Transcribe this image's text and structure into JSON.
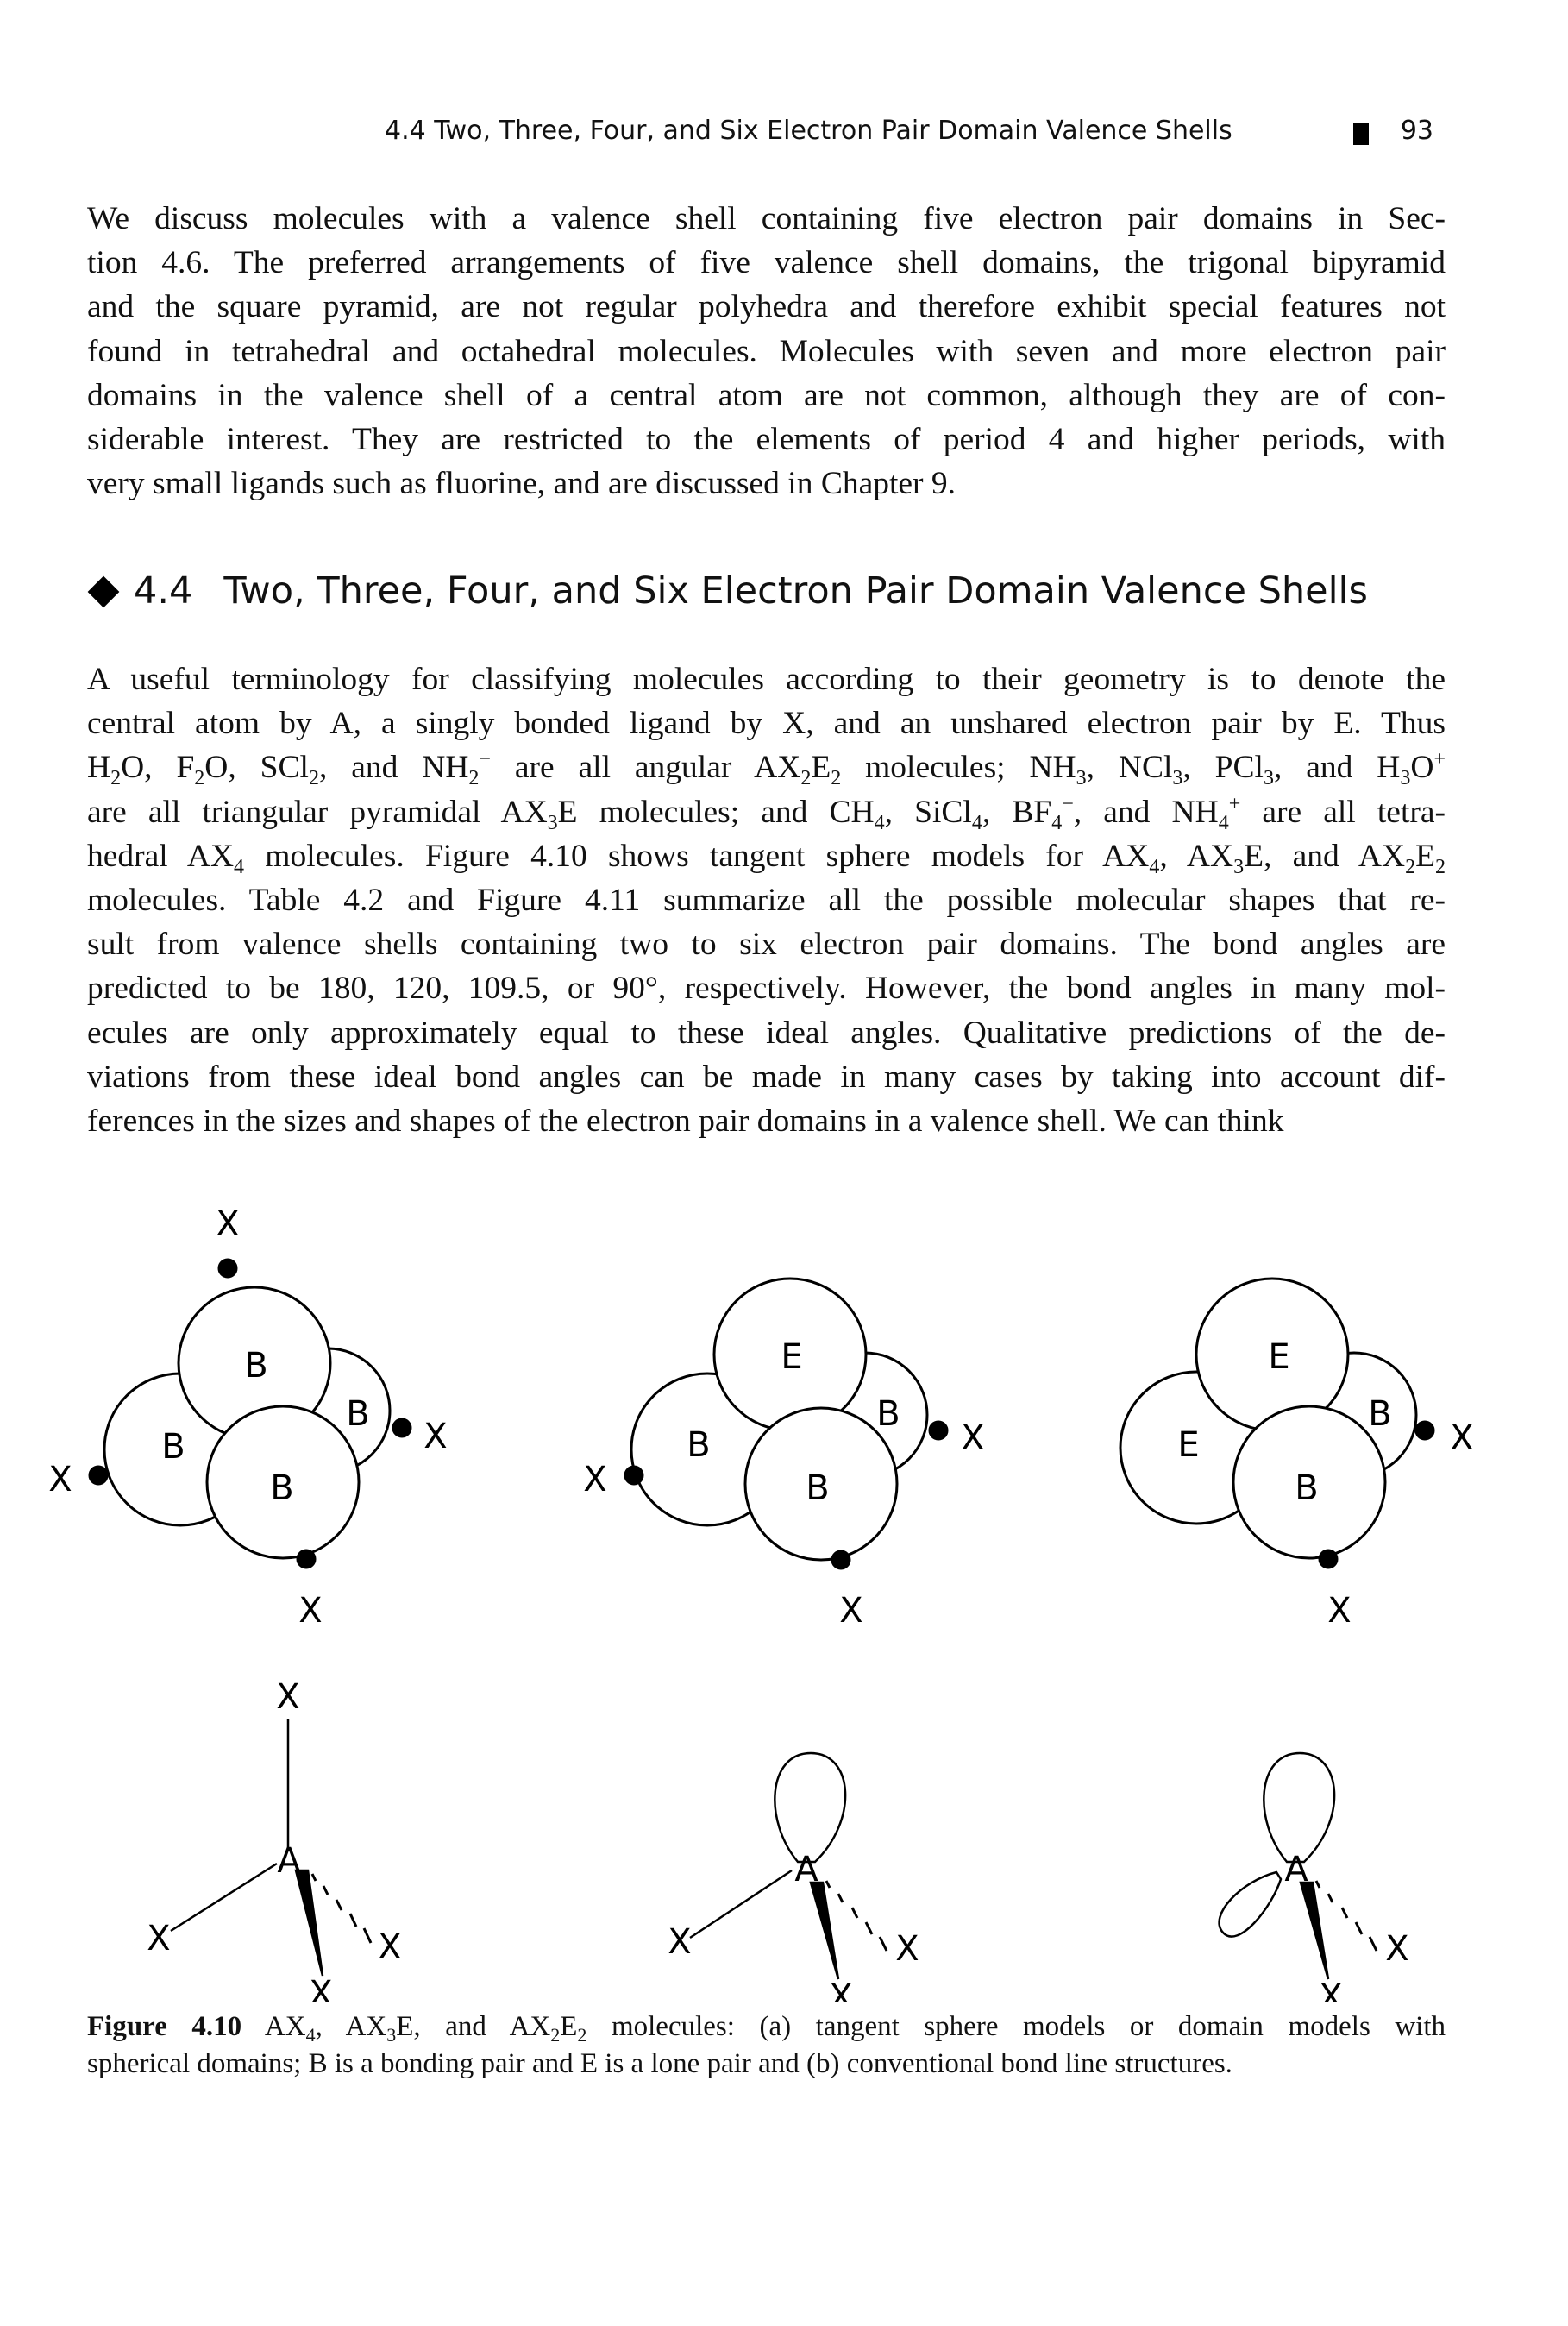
{
  "running_head": {
    "title": "4.4  Two, Three, Four, and Six Electron Pair Domain Valence Shells",
    "page_number": "93"
  },
  "intro_paragraph": [
    "We discuss molecules with a valence shell containing five electron pair domains in Sec-",
    "tion 4.6. The preferred arrangements of five valence shell domains, the trigonal bipyramid",
    "and the square pyramid, are not regular polyhedra and therefore exhibit special features not",
    "found in tetrahedral and octahedral molecules. Molecules with seven and more electron pair",
    "domains in the valence shell of a central atom are not common, although they are of con-",
    "siderable interest. They are restricted to the elements of period 4 and higher periods, with",
    "very small ligands such as fluorine, and are discussed in Chapter 9."
  ],
  "section": {
    "number": "4.4",
    "title": "Two, Three, Four, and Six Electron Pair Domain Valence Shells"
  },
  "body_paragraph": [
    "A useful terminology for classifying molecules according to their geometry is to denote the",
    "central atom by A, a singly bonded ligand by X, and an unshared electron pair by E. Thus",
    "H<sub>2</sub>O, F<sub>2</sub>O, SCl<sub>2</sub>, and NH<sub>2</sub><sup>−</sup> are all angular AX<sub>2</sub>E<sub>2</sub> molecules; NH<sub>3</sub>, NCl<sub>3</sub>, PCl<sub>3</sub>, and H<sub>3</sub>O<sup>+</sup>",
    "are all triangular pyramidal AX<sub>3</sub>E molecules; and CH<sub>4</sub>, SiCl<sub>4</sub>, BF<sub>4</sub><sup>−</sup>, and NH<sub>4</sub><sup>+</sup> are all tetra-",
    "hedral AX<sub>4</sub> molecules. Figure 4.10 shows tangent sphere models for AX<sub>4</sub>, AX<sub>3</sub>E, and AX<sub>2</sub>E<sub>2</sub>",
    "molecules. Table 4.2 and Figure 4.11 summarize all the possible molecular shapes that re-",
    "sult from valence shells containing two to six electron pair domains. The bond angles are",
    "predicted to be 180, 120, 109.5, or 90°, respectively. However, the bond angles in many mol-",
    "ecules are only approximately equal to these ideal angles. Qualitative predictions of the de-",
    "viations from these ideal bond angles can be made in many cases by taking into account dif-",
    "ferences in the sizes and shapes of the electron pair domains in a valence shell. We can think"
  ],
  "figure": {
    "labels": {
      "ligand": "X",
      "bond_domain": "B",
      "lone_pair_domain": "E",
      "central_atom": "A"
    },
    "caption_label": "Figure 4.10",
    "caption_lines": [
      " AX<sub>4</sub>, AX<sub>3</sub>E, and AX<sub>2</sub>E<sub>2</sub> molecules: (a) tangent sphere models or domain models with",
      "spherical domains; B is a bonding pair and E is a lone pair and (b) conventional bond line structures."
    ]
  }
}
